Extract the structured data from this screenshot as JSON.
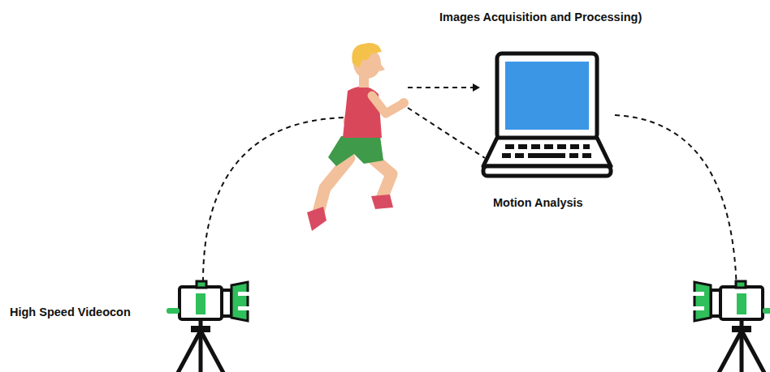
{
  "diagram": {
    "labels": [
      "Images Acquisition and Processing)",
      "Motion Analysis",
      "High Speed Videocon"
    ]
  }
}
